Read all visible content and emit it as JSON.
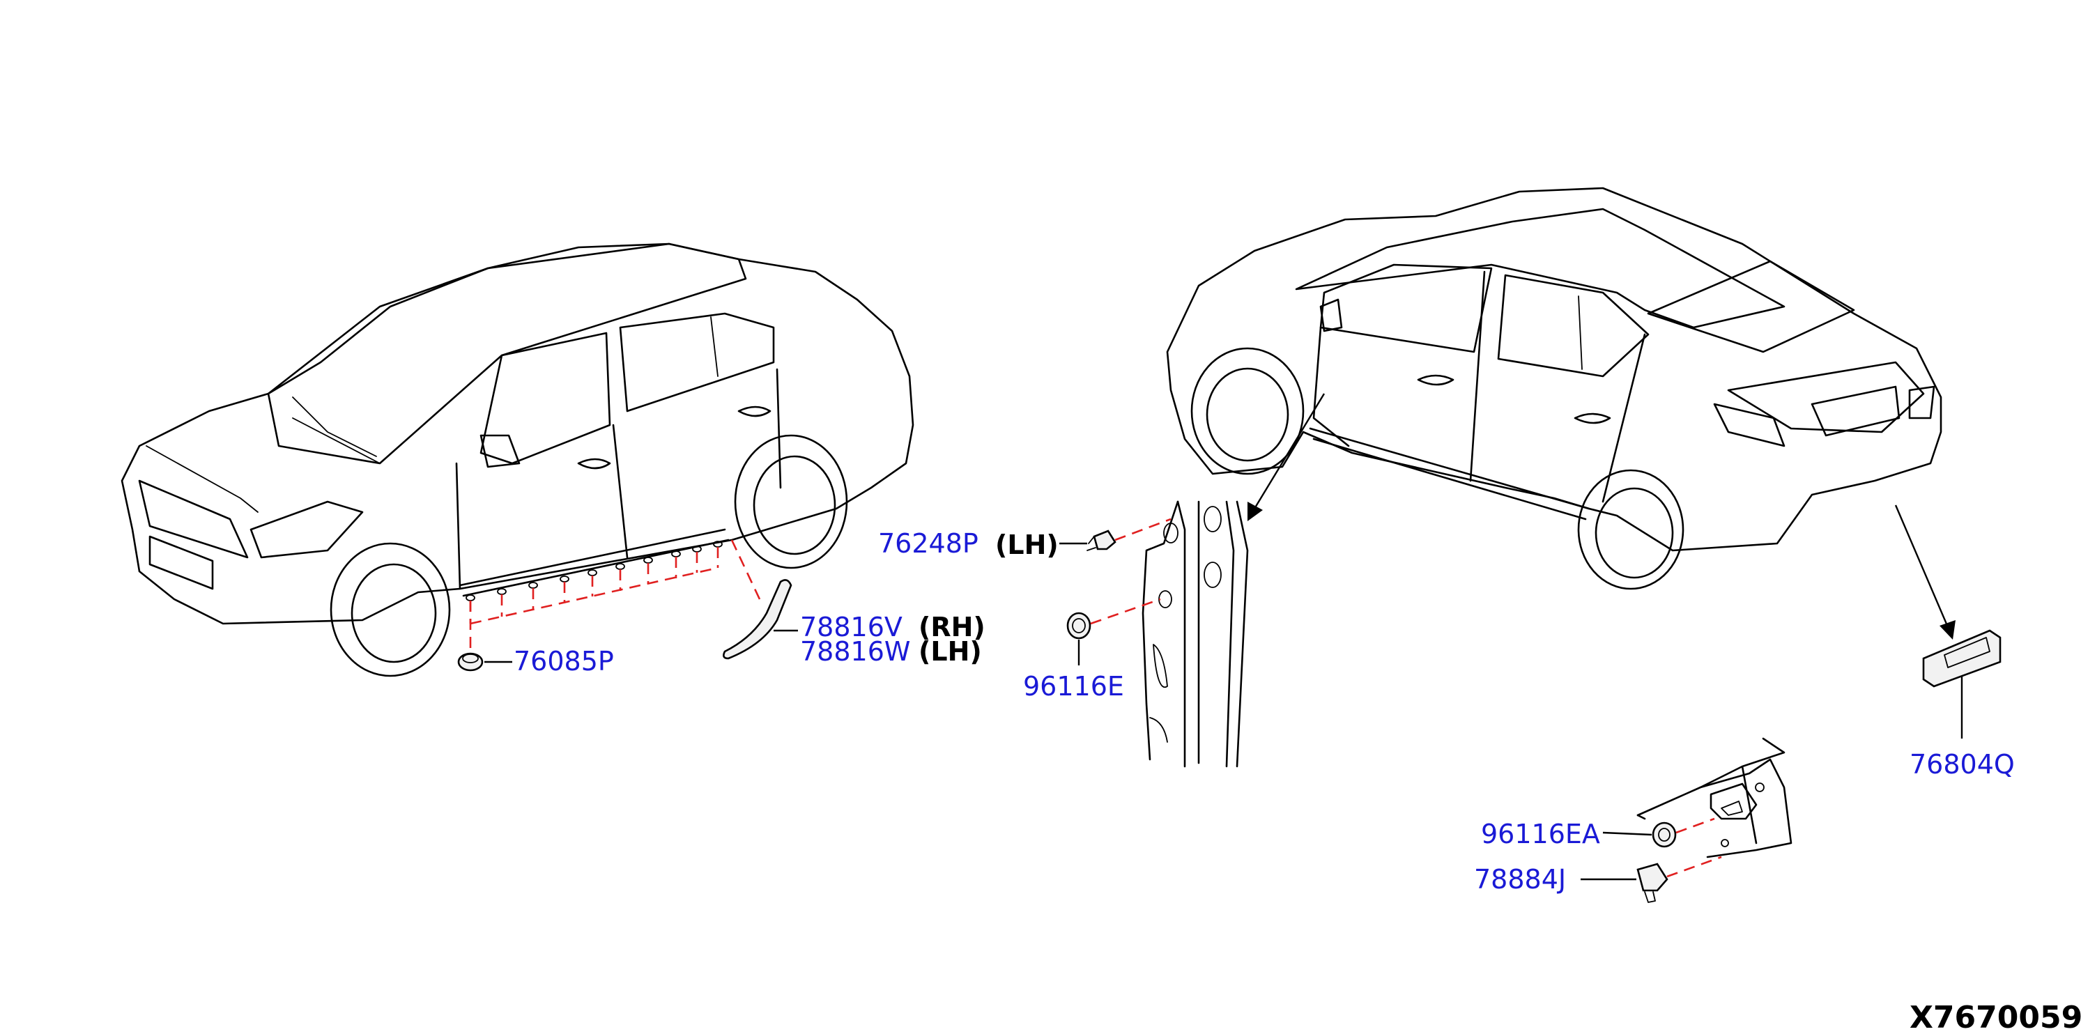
{
  "diagram_id": "X7670059",
  "parts": [
    {
      "number": "76248P",
      "side": "(LH)"
    },
    {
      "number": "78816V",
      "side": "(RH)"
    },
    {
      "number": "78816W",
      "side": "(LH)"
    },
    {
      "number": "76085P"
    },
    {
      "number": "96116E"
    },
    {
      "number": "96116EA"
    },
    {
      "number": "78884J"
    },
    {
      "number": "76804Q"
    }
  ],
  "colors": {
    "part_label": "#1a1ad6",
    "hidden_line": "#e02020",
    "line_art": "#000000"
  }
}
